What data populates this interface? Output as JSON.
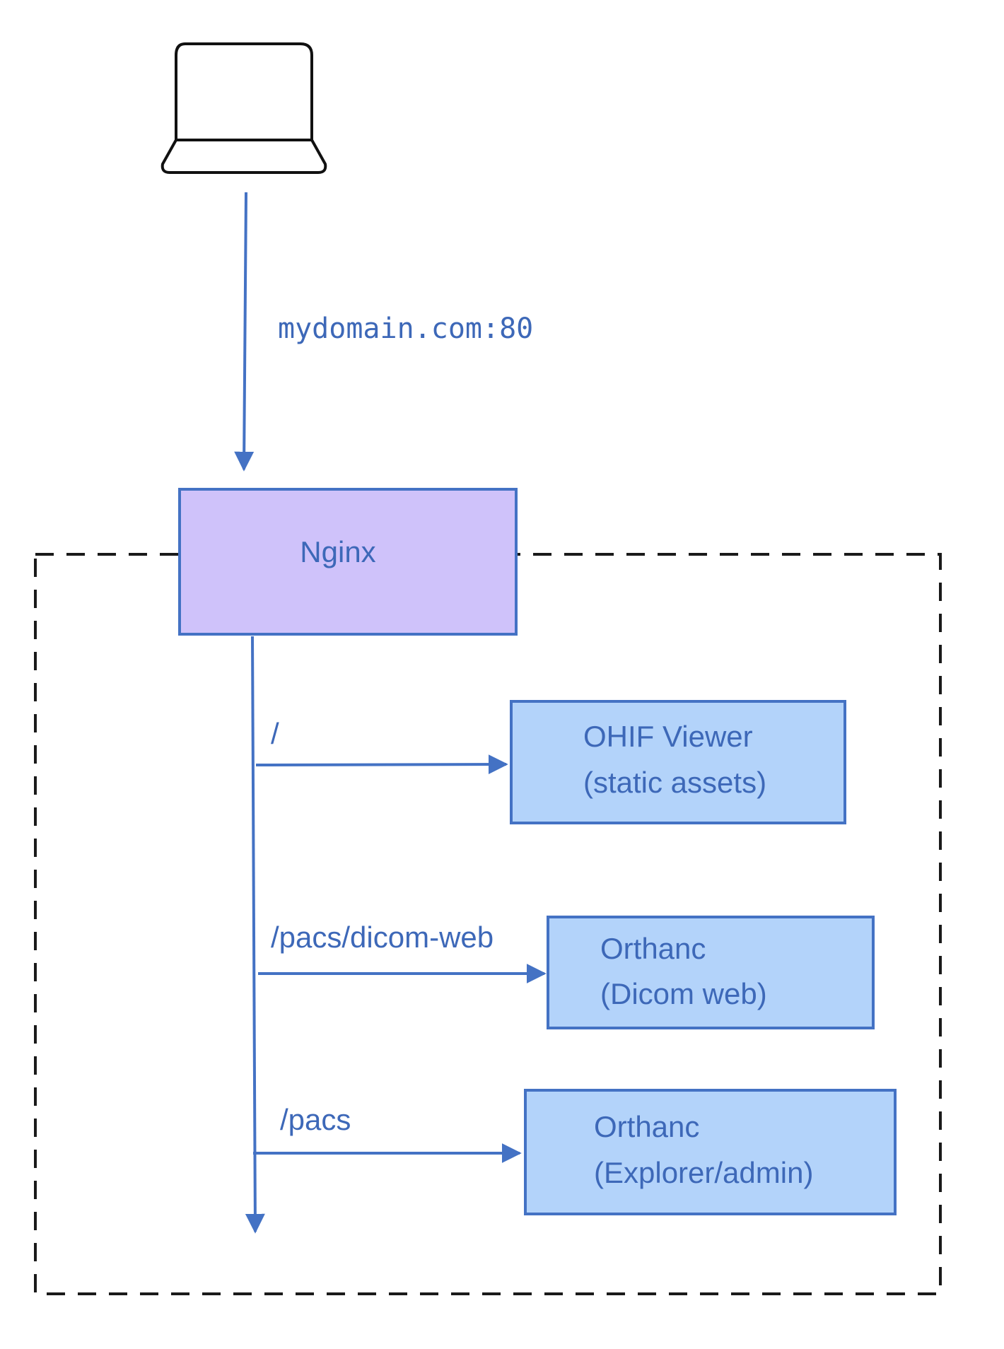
{
  "colors": {
    "stroke_blue": "#4472c4",
    "text_blue": "#3d68b8",
    "nginx_fill": "#cfc2fa",
    "service_fill": "#b3d3fa",
    "laptop_stroke": "#111111",
    "boundary_stroke": "#1a1a1a",
    "background": "#ffffff"
  },
  "icons": {
    "client": "laptop-icon"
  },
  "edges": {
    "client_to_nginx": "mydomain.com:80",
    "route_root": "/",
    "route_dicom_web": "/pacs/dicom-web",
    "route_pacs": "/pacs"
  },
  "nodes": {
    "nginx": "Nginx",
    "ohif": {
      "line1": "OHIF Viewer",
      "line2": "(static assets)"
    },
    "orthanc_dicom": {
      "line1": "Orthanc",
      "line2": "(Dicom web)"
    },
    "orthanc_admin": {
      "line1": "Orthanc",
      "line2": "(Explorer/admin)"
    }
  }
}
